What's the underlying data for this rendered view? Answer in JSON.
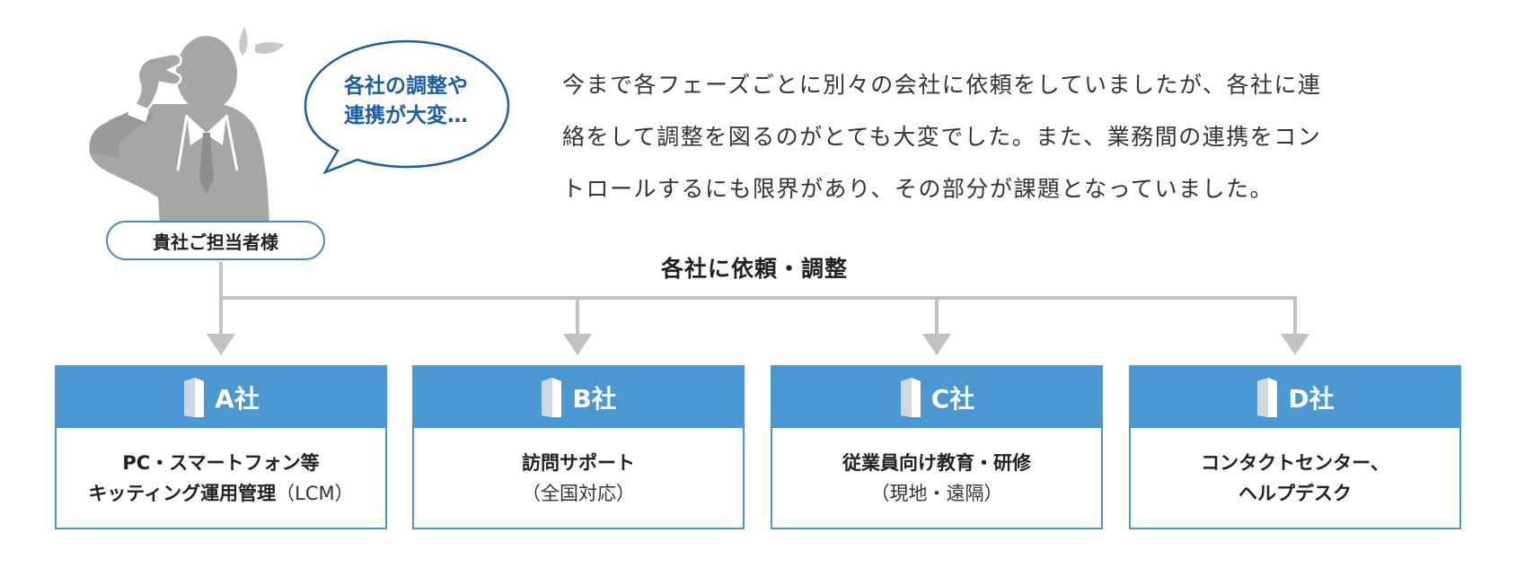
{
  "bubble": {
    "line1": "各社の調整や",
    "line2": "連携が大変…"
  },
  "role_label": "貴社ご担当者様",
  "description": {
    "line1": "今まで各フェーズごとに別々の会社に依頼をしていましたが、各社に連",
    "line2": "絡をして調整を図るのがとても大変でした。また、業務間の連携をコン",
    "line3": "トロールするにも限界があり、その部分が課題となっていました。"
  },
  "connector_label": "各社に依頼・調整",
  "companies": [
    {
      "name": "A社",
      "line1": "PC・スマートフォン等",
      "line2_bold": "キッティング運用管理",
      "line2_normal": "（LCM）"
    },
    {
      "name": "B社",
      "line1": "訪問サポート",
      "line2_bold": "",
      "line2_normal": "（全国対応）"
    },
    {
      "name": "C社",
      "line1": "従業員向け教育・研修",
      "line2_bold": "",
      "line2_normal": "（現地・遠隔）"
    },
    {
      "name": "D社",
      "line1": "コンタクトセンター、",
      "line2_bold": "ヘルプデスク",
      "line2_normal": ""
    }
  ],
  "colors": {
    "accent_blue": "#4a97d1",
    "bubble_text": "#1a5fa6",
    "connector_gray": "#c2c2c2",
    "person_gray": "#a6a6a6"
  },
  "icons": {
    "person": "worried-businessman-icon",
    "building": "building-icon"
  }
}
